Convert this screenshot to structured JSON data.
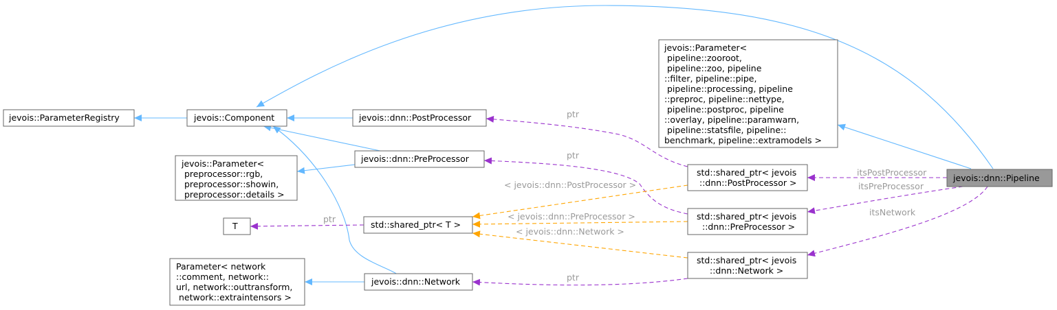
{
  "nodes": {
    "pipeline": [
      "jevois::dnn::Pipeline"
    ],
    "component": [
      "jevois::Component"
    ],
    "registry": [
      "jevois::ParameterRegistry"
    ],
    "postproc": [
      "jevois::dnn::PostProcessor"
    ],
    "preproc": [
      "jevois::dnn::PreProcessor"
    ],
    "network": [
      "jevois::dnn::Network"
    ],
    "shared_t": [
      "std::shared_ptr< T >"
    ],
    "t": [
      "T"
    ],
    "sp_post": [
      "std::shared_ptr< jevois",
      "::dnn::PostProcessor >"
    ],
    "sp_pre": [
      "std::shared_ptr< jevois",
      "::dnn::PreProcessor >"
    ],
    "sp_net": [
      "std::shared_ptr< jevois",
      "::dnn::Network >"
    ],
    "pre_params": [
      "jevois::Parameter<",
      " preprocessor::rgb,",
      " preprocessor::showin,",
      " preprocessor::details >"
    ],
    "net_params": [
      "Parameter< network",
      "::comment, network::",
      "url, network::outtransform,",
      " network::extraintensors >"
    ],
    "pipe_params": [
      "jevois::Parameter<",
      " pipeline::zooroot,",
      " pipeline::zoo, pipeline",
      "::filter, pipeline::pipe,",
      " pipeline::processing, pipeline",
      "::preproc, pipeline::nettype,",
      " pipeline::postproc, pipeline",
      "::overlay, pipeline::paramwarn,",
      " pipeline::statsfile, pipeline::",
      "benchmark, pipeline::extramodels >"
    ]
  },
  "edge_labels": {
    "its_post": "itsPostProcessor",
    "its_pre": "itsPreProcessor",
    "its_net": "itsNetwork",
    "ptr_post": "ptr",
    "ptr_pre": "ptr",
    "ptr_net": "ptr",
    "ptr_t": "ptr",
    "tpl_post": "< jevois::dnn::PostProcessor >",
    "tpl_pre": "< jevois::dnn::PreProcessor >",
    "tpl_net": "< jevois::dnn::Network >"
  },
  "colors": {
    "inheritance": "#63b8ff",
    "usage": "#9a32cd",
    "template": "#ffa500",
    "focus_fill": "#999999"
  }
}
